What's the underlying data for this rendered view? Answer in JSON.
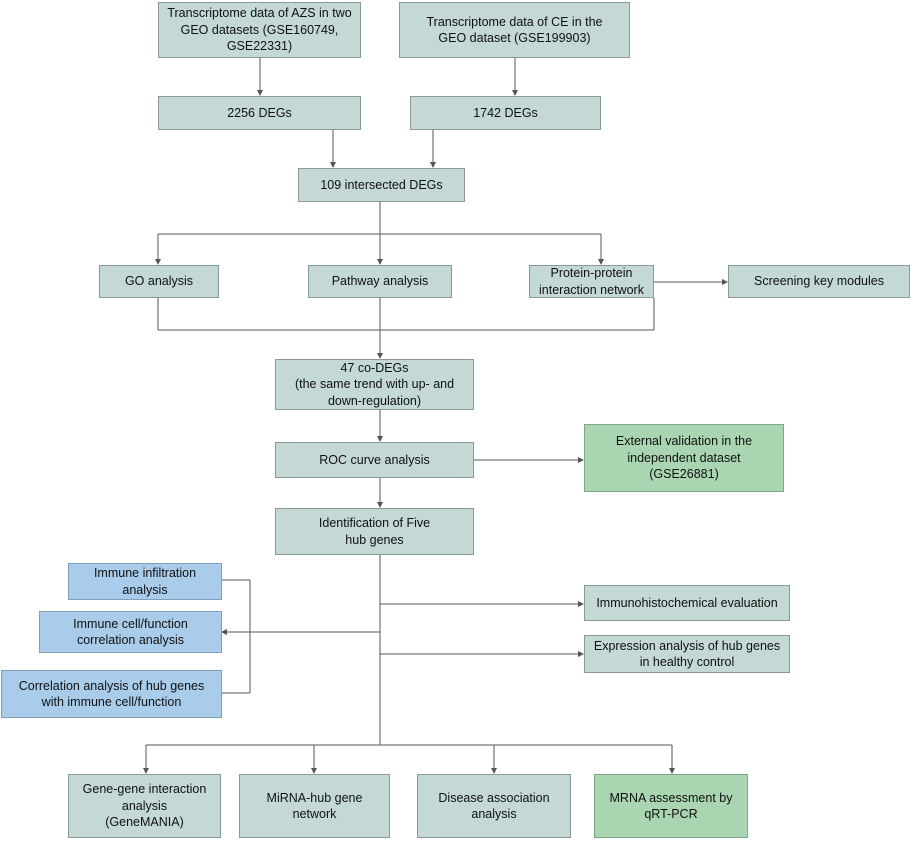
{
  "nodes": {
    "azs_data": "Transcriptome data of AZS in two\nGEO datasets (GSE160749,\nGSE22331)",
    "ce_data": "Transcriptome data of CE in the\nGEO dataset (GSE199903)",
    "degs_2256": "2256 DEGs",
    "degs_1742": "1742 DEGs",
    "intersected": "109 intersected DEGs",
    "go": "GO analysis",
    "pathway": "Pathway analysis",
    "ppi": "Protein-protein\ninteraction network",
    "screening": "Screening key modules",
    "codegs": "47 co-DEGs\n(the same trend with up- and\ndown-regulation)",
    "roc": "ROC curve analysis",
    "external": "External validation  in the\nindependent dataset\n(GSE26881)",
    "hub": "Identification of Five\nhub genes",
    "immune_infiltration": "Immune infiltration\nanalysis",
    "immune_cell": "Immune cell/function\ncorrelation analysis",
    "correlation_hub": "Correlation analysis of hub genes\nwith immune cell/function",
    "ihc": "Immunohistochemical evaluation",
    "expression": "Expression analysis of hub genes\nin healthy control",
    "genemania": "Gene-gene interaction\nanalysis\n(GeneMANIA)",
    "mirna": "MiRNA-hub gene\nnetwork",
    "disease": "Disease association\nanalysis",
    "mrna": "MRNA assessment by\nqRT-PCR"
  },
  "colors": {
    "teal": "#c4d8d6",
    "blue": "#a9cceb",
    "green": "#a9d6b0",
    "line": "#555555"
  }
}
